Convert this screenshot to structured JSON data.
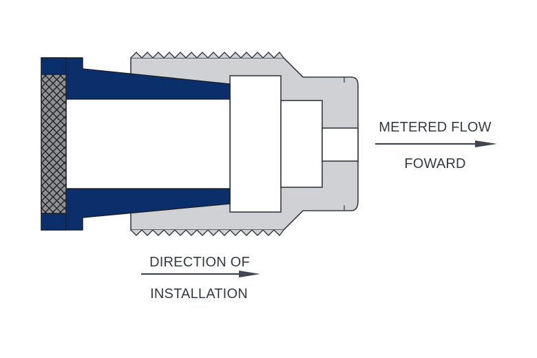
{
  "labels": {
    "metered_flow": "METERED FLOW",
    "forward": "FOWARD",
    "direction_of": "DIRECTION OF",
    "installation": "INSTALLATION"
  },
  "colors": {
    "insert_navy": "#0b2f6b",
    "body_gray": "#cfd1d4",
    "screen_gray": "#8e9094",
    "outline": "#333a44",
    "arrow": "#3f4650"
  }
}
